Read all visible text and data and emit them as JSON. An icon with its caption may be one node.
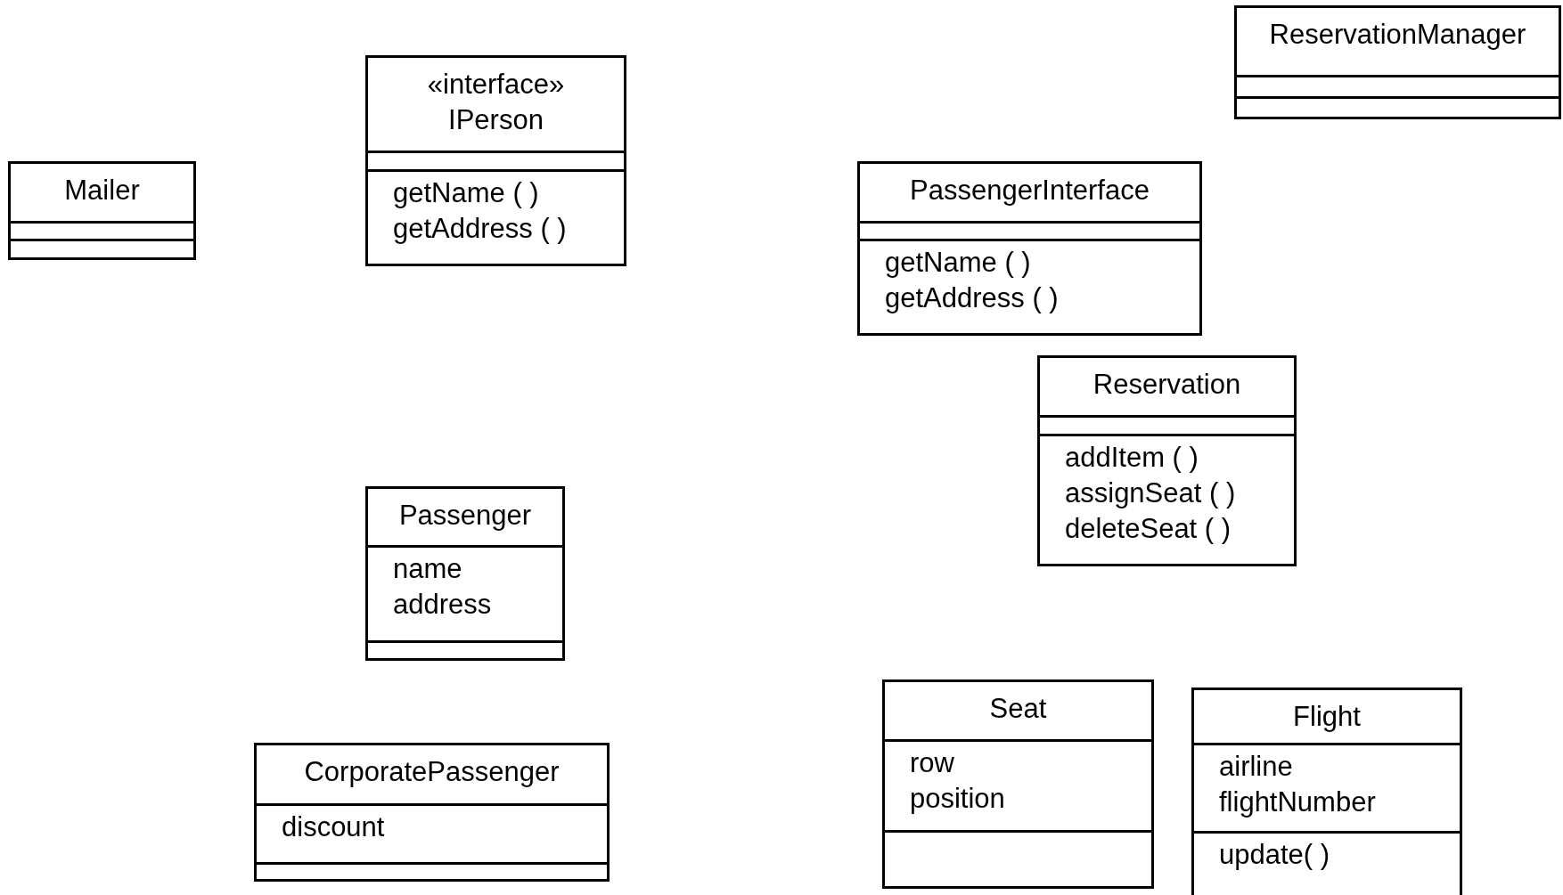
{
  "diagram": {
    "nodes": [
      {
        "text": [
          "Mailer"
        ]
      },
      {
        "text": [
          "«interface»",
          "IPerson",
          "getName ( )",
          "getAddress ( )"
        ]
      },
      {
        "text": [
          "ReservationManager"
        ]
      },
      {
        "text": [
          "PassengerInterface",
          "getName ( )",
          "getAddress ( )"
        ]
      },
      {
        "text": [
          "Reservation",
          "addItem ( )",
          "assignSeat ( )",
          "deleteSeat ( )"
        ]
      },
      {
        "text": [
          "Passenger",
          "name",
          "address"
        ]
      },
      {
        "text": [
          "CorporatePassenger",
          "discount"
        ]
      },
      {
        "text": [
          "Seat",
          "row",
          "position"
        ]
      },
      {
        "text": [
          "Flight",
          "airline",
          "flightNumber",
          "update( )"
        ]
      }
    ]
  }
}
